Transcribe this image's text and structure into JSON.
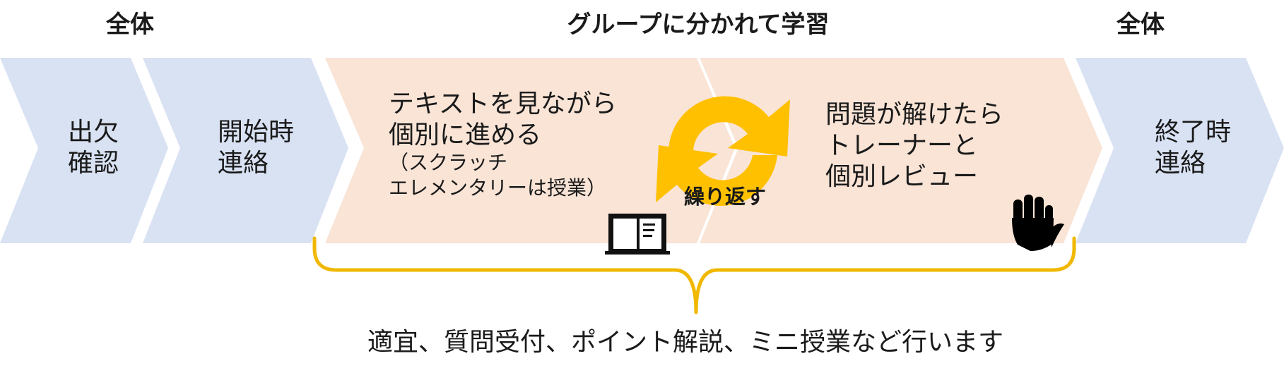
{
  "headers": {
    "left": "全体",
    "center": "グループに分かれて学習",
    "right": "全体"
  },
  "steps": [
    {
      "label": "出欠\n確認",
      "fill": "#d9e2f3"
    },
    {
      "label": "開始時\n連絡",
      "fill": "#d9e2f3"
    },
    {
      "label": "テキストを見ながら\n個別に進める",
      "sub_label": "（スクラッチ\nエレメンタリーは授業）",
      "fill": "#f9e4d6"
    },
    {
      "label": "問題が解けたら\nトレーナーと\n個別レビュー",
      "fill": "#f9e4d6"
    },
    {
      "label": "終了時\n連絡",
      "fill": "#d9e2f3"
    }
  ],
  "repeat": {
    "label": "繰り返す",
    "icon": "repeat-arrows-icon",
    "color": "#ffc000"
  },
  "icons": {
    "book": "book-icon",
    "hand": "hand-icon"
  },
  "brace_color": "#f0b800",
  "footer": "適宜、質問受付、ポイント解説、ミニ授業など行います"
}
